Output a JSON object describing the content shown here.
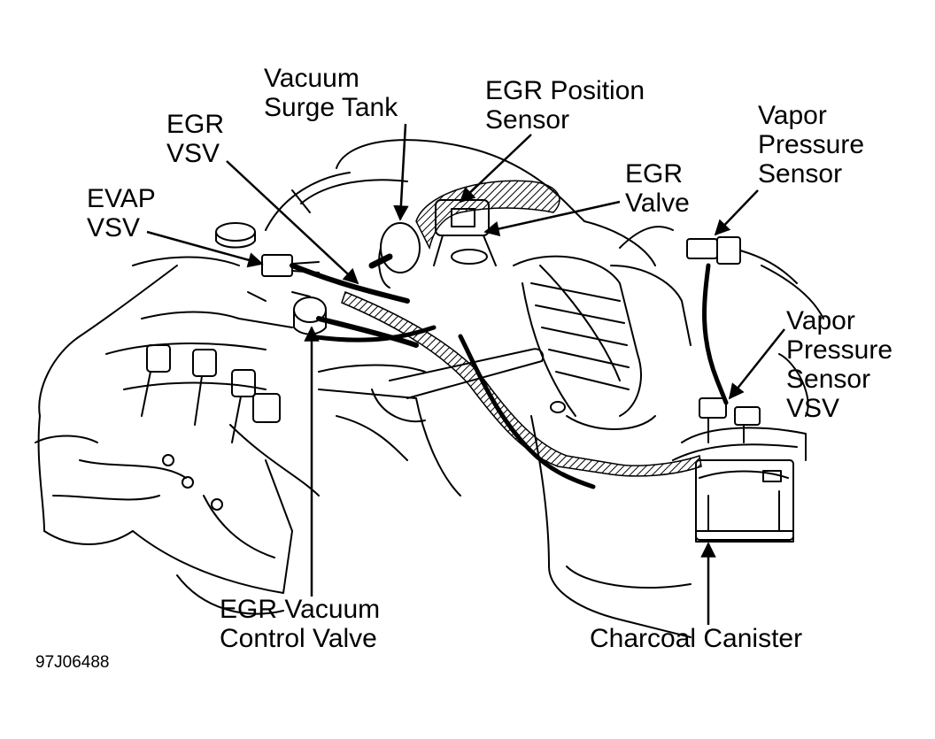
{
  "diagram": {
    "labels": {
      "vacuum_surge_tank": [
        "Vacuum",
        "Surge Tank"
      ],
      "egr_position_sensor": [
        "EGR Position",
        "Sensor"
      ],
      "vapor_pressure_sensor": [
        "Vapor",
        "Pressure",
        "Sensor"
      ],
      "egr_vsv": [
        "EGR",
        "VSV"
      ],
      "evap_vsv": [
        "EVAP",
        "VSV"
      ],
      "egr_valve": [
        "EGR",
        "Valve"
      ],
      "vapor_pressure_sensor_vsv": [
        "Vapor",
        "Pressure",
        "Sensor",
        "VSV"
      ],
      "egr_vacuum_control_valve": [
        "EGR Vacuum",
        "Control Valve"
      ],
      "charcoal_canister": [
        "Charcoal Canister"
      ]
    },
    "figure_id": "97J06488"
  }
}
